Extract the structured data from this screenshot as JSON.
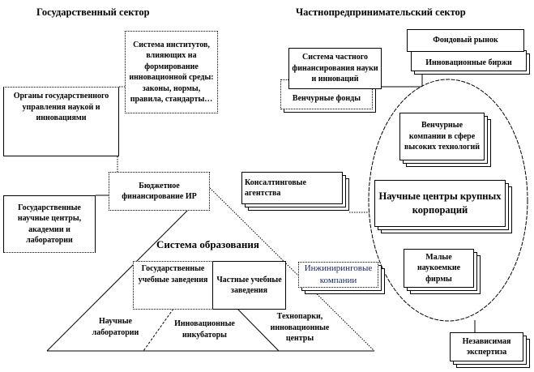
{
  "titles": {
    "state": "Государственный сектор",
    "private": "Частнопредпринимательский сектор",
    "education": "Система образования"
  },
  "state": {
    "institutions": "Система институтов, влияющих на формирование инновационной среды: законы, нормы, правила, стандарты…",
    "governance": "Органы государственного управления наукой и инновациями",
    "budget": "Бюджетное финансирование ИР",
    "research_centers": "Государственные научные центры, академии и лаборатории"
  },
  "private": {
    "private_financing": "Система частного финансирования науки и инноваций",
    "venture_funds": "Венчурные фонды",
    "stock_market": "Фондовый рынок",
    "innovation_exchanges": "Инновационные биржи",
    "consulting": "Консалтинговые агентства",
    "venture_companies": "Венчурные компании в сфере высоких технологий",
    "corporate_centers": "Научные центры крупных корпораций",
    "engineering": "Инжиниринговые компании",
    "small_firms": "Малые наукоемкие фирмы",
    "expertise": "Независимая экспертиза"
  },
  "education": {
    "state_institutions": "Государственные учебные заведения",
    "private_institutions": "Частные учебные заведения",
    "labs": "Научные лаборатории",
    "incubators": "Инновационные инкубаторы",
    "technoparks": "Технопарки, инновационные центры"
  }
}
